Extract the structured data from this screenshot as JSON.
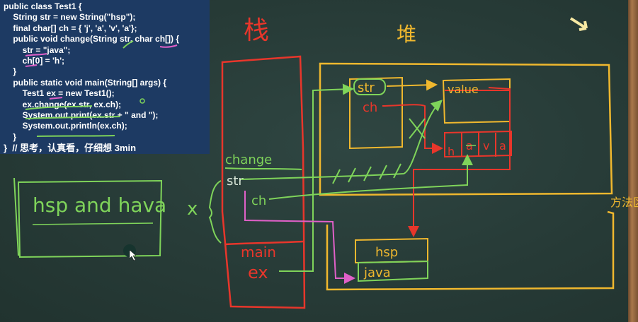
{
  "code": {
    "lines": [
      "public class Test1 {",
      "    String str = new String(\"hsp\");",
      "    final char[] ch = { 'j', 'a', 'v', 'a'};",
      "    public void change(String str, char ch[]) {",
      "        str = \"java\";",
      "        ch[0] = 'h';",
      "    }",
      "    public static void main(String[] args) {",
      "        Test1 ex = new Test1();",
      "        ex.change(ex.str, ex.ch);",
      "        System.out.print(ex.str + \" and \");",
      "        System.out.println(ex.ch);",
      "    }",
      "}  // 思考，认真看，仔细想 3min"
    ]
  },
  "annotations": {
    "stack_title": "栈",
    "heap_title": "堆",
    "method_area": "方法区",
    "answer": "hsp and hava",
    "wrong_mark": "x",
    "frame_change": "change",
    "frame_change_str": "str",
    "frame_change_ch": "ch",
    "frame_main": "main",
    "frame_main_ex": "ex",
    "obj_str": "str",
    "obj_ch": "ch",
    "obj_value": "value",
    "arr_h": "h",
    "arr_a1": "a",
    "arr_v": "v",
    "arr_a2": "a",
    "pool_hsp": "hsp",
    "pool_java": "java"
  },
  "colors": {
    "board": "#273b37",
    "code_bg": "#1d3a63",
    "stack": "#e8362b",
    "heap": "#f0b82e",
    "chalk_green": "#7fd45a",
    "chalk_white": "#d8e6d8",
    "chalk_pink": "#e060c8"
  }
}
